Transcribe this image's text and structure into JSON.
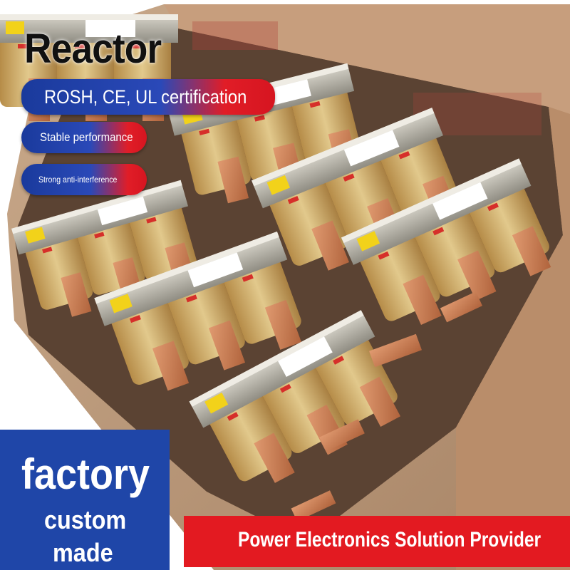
{
  "headline": "Reactor",
  "badges": [
    {
      "label": "ROSH, CE, UL certification"
    },
    {
      "label": "Stable performance"
    },
    {
      "label": "Strong anti-interference"
    }
  ],
  "factory": {
    "line1": "factory",
    "line2": "custom",
    "line3": "made"
  },
  "banner": {
    "label": "Power Electronics Solution Provider"
  },
  "colors": {
    "accent_blue": "#1f46a8",
    "accent_red": "#e31a21",
    "copper": "#c57a4a",
    "coil_gold": "#d2b26c"
  }
}
